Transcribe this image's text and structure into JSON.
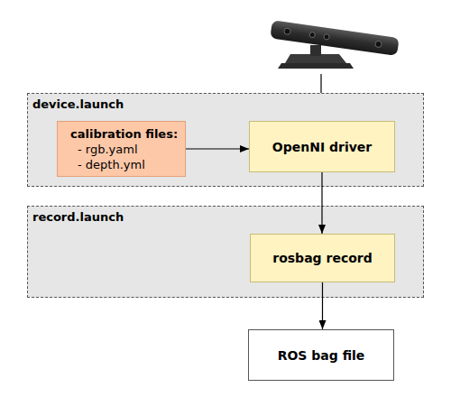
{
  "diagram": {
    "nodes": [
      {
        "text": [
          "device.launch"
        ]
      },
      {
        "text": [
          "calibration files:",
          "- rgb.yaml",
          "- depth.yml"
        ],
        "in": 0
      },
      {
        "text": [
          "OpenNI driver"
        ],
        "in": 0
      },
      {
        "text": [
          "record.launch"
        ]
      },
      {
        "text": [
          "rosbag record"
        ],
        "in": 3
      },
      {
        "text": [
          "ROS bag file"
        ]
      }
    ],
    "edges": [
      {
        "from": 1,
        "to": 2,
        "arrow": "to"
      },
      {
        "from": 2,
        "to": 4,
        "arrow": "to"
      },
      {
        "from": 4,
        "to": 5,
        "arrow": "to"
      }
    ]
  }
}
